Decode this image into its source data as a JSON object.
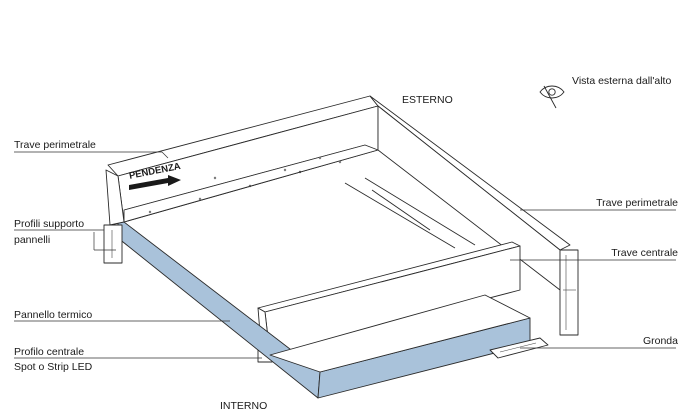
{
  "labels": {
    "trave_perimetrale_left": "Trave perimetrale",
    "trave_perimetrale_right": "Trave perimetrale",
    "profili_supporto_1": "Profili supporto",
    "profili_supporto_2": "pannelli",
    "pannello_termico": "Pannello termico",
    "profilo_centrale_1": "Profilo centrale",
    "profilo_centrale_2": "Spot o Strip LED",
    "trave_centrale": "Trave centrale",
    "gronda": "Gronda",
    "esterno": "ESTERNO",
    "interno": "INTERNO",
    "vista": "Vista esterna dall'alto",
    "pendenza": "PENDENZA"
  },
  "colors": {
    "panel": "#a9c2da",
    "line": "#2a2a2a"
  },
  "icons": {
    "eye": "eye-icon",
    "arrow": "arrow-right-icon"
  }
}
